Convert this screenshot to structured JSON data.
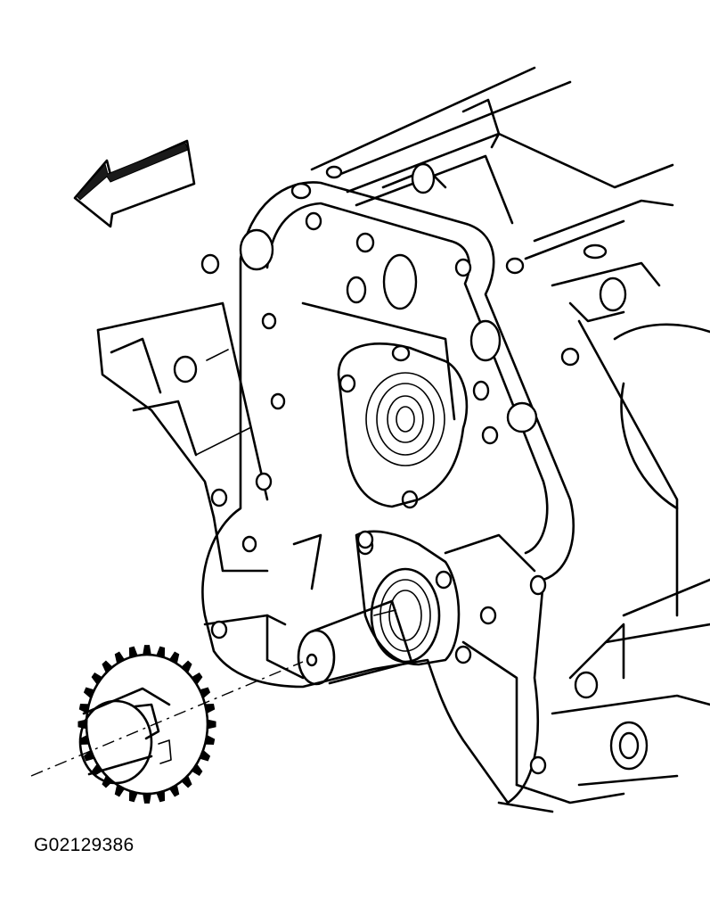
{
  "figure": {
    "id_label": "G02129386",
    "components": [
      "engine-block",
      "gasket",
      "crankshaft-end",
      "crankshaft-sprocket",
      "direction-arrow"
    ]
  },
  "colors": {
    "line": "#000000",
    "background": "#ffffff"
  }
}
